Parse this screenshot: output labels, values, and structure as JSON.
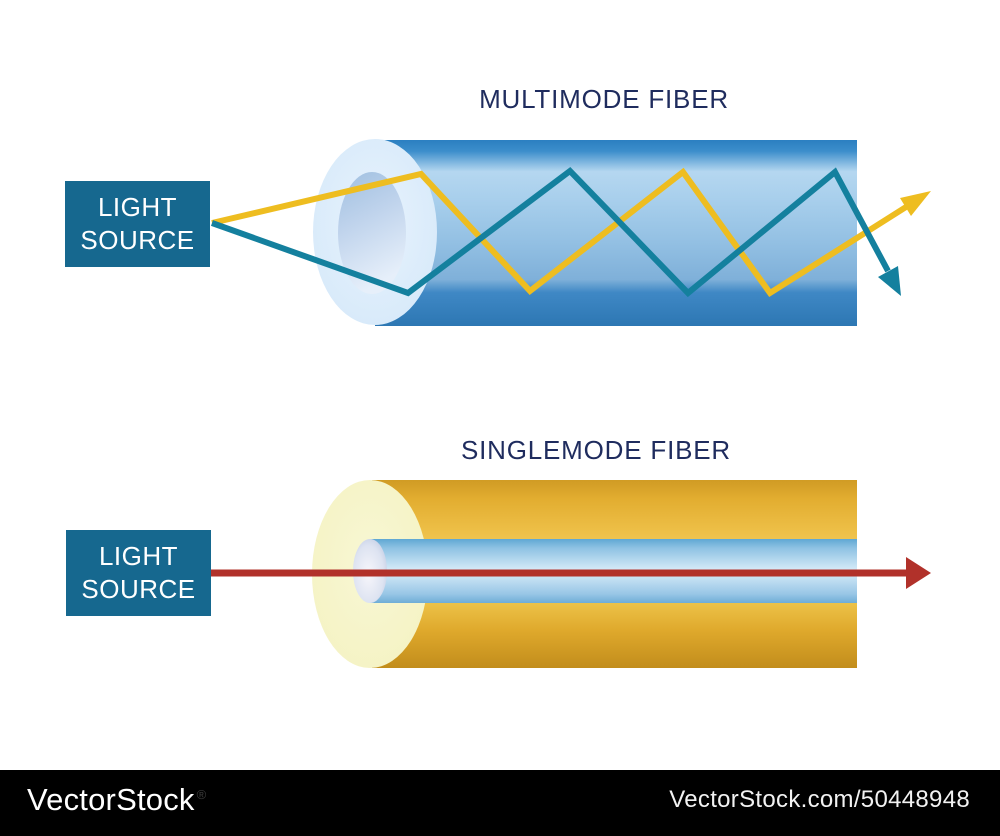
{
  "titles": {
    "multimode": "MULTIMODE FIBER",
    "singlemode": "SINGLEMODE FIBER"
  },
  "light_source": {
    "line1": "LIGHT",
    "line2": "SOURCE"
  },
  "watermark": {
    "brand": "VectorStock",
    "registered": "®",
    "url": "VectorStock.com/50448948"
  },
  "colors": {
    "title_navy": "#1f2c5e",
    "box_teal": "#16688f",
    "ray_yellow": "#eebd20",
    "ray_teal": "#14809e",
    "ray_red": "#b1312a",
    "multimode_blue_dark": "#2b7fc1",
    "multimode_blue_light": "#b5d7f0",
    "cladding_pale_blue": "#d8eafa",
    "singlemode_gold_dark": "#cf9922",
    "singlemode_gold_light": "#f4d068",
    "singlemode_cream": "#f5f3c5",
    "core_band_light_blue": "#d9edf9",
    "watermark_bg": "#000000",
    "watermark_text": "#ffffff"
  }
}
